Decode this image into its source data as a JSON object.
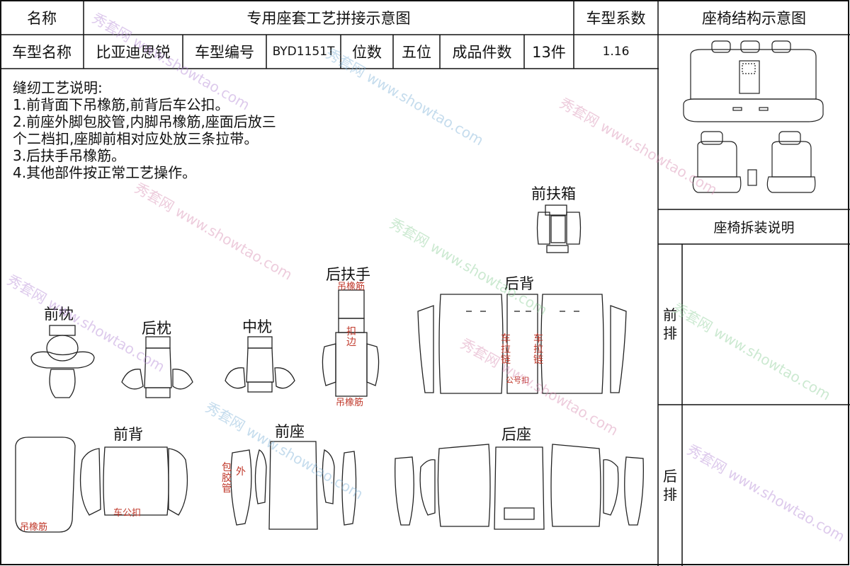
{
  "header": {
    "name_label": "名称",
    "title": "专用座套工艺拼接示意图",
    "coef_label": "车型系数",
    "structure_title": "座椅结构示意图"
  },
  "info": {
    "model_name_label": "车型名称",
    "model_name": "比亚迪思锐",
    "model_code_label": "车型编号",
    "model_code": "BYD1151T",
    "position_label": "位数",
    "position_value": "五位",
    "pieces_label": "成品件数",
    "pieces_value": "13件",
    "coef_value": "1.16"
  },
  "notes": {
    "title": "缝纫工艺说明:",
    "lines": [
      "1.前背面下吊橡筋,前背后车公扣。",
      "2.前座外脚包胶管,内脚吊橡筋,座面后放三",
      "个二档扣,座脚前相对应处放三条拉带。",
      "3.后扶手吊橡筋。",
      "4.其他部件按正常工艺操作。"
    ]
  },
  "parts": {
    "front_armrest_box": "前扶箱",
    "rear_armrest": "后扶手",
    "rear_back": "后背",
    "front_headrest": "前枕",
    "rear_headrest": "后枕",
    "middle_headrest": "中枕",
    "front_back": "前背",
    "front_seat": "前座",
    "rear_seat": "后座"
  },
  "annotations": {
    "elastic_top": "吊橡筋",
    "hem": "扣边",
    "elastic_bottom": "吊橡筋",
    "zipper_left": "车拉链",
    "zipper_right": "车拉链",
    "male_buckle": "公号扣",
    "front_back_elastic": "吊橡筋",
    "front_back_buckle": "车公扣",
    "rubber_tube": "包胶管",
    "outer": "外"
  },
  "side_panel": {
    "disassembly_title": "座椅拆装说明",
    "front_row": "前排",
    "rear_row": "后排"
  },
  "watermarks": [
    "秀套网 www.showtao.com"
  ]
}
